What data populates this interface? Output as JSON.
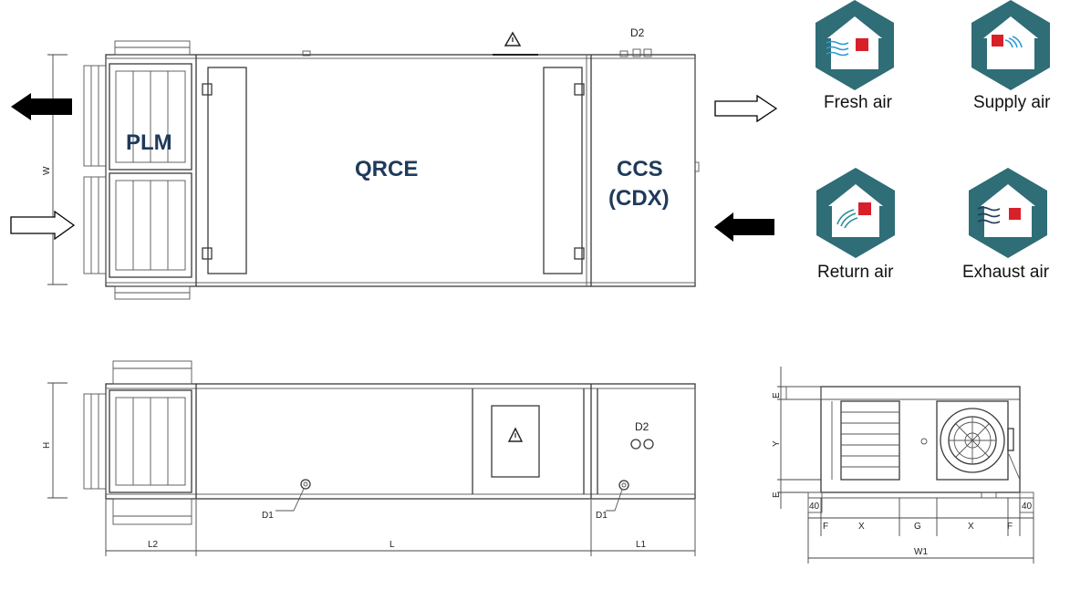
{
  "labels": {
    "plm": "PLM",
    "qrce": "QRCE",
    "ccs_line1": "CCS",
    "ccs_line2": "(CDX)",
    "d2_top": "D2",
    "d2_side": "D2",
    "d1_left": "D1",
    "d1_right": "D1",
    "w": "W",
    "h": "H",
    "l2": "L2",
    "l": "L",
    "l1": "L1",
    "w1": "W1",
    "x1": "X",
    "x2": "X",
    "g": "G",
    "f1": "F",
    "f2": "F",
    "dim40a": "40",
    "dim40b": "40",
    "e1": "E",
    "e2": "E",
    "y": "Y"
  },
  "legend": {
    "fresh": "Fresh air",
    "supply": "Supply air",
    "return": "Return air",
    "exhaust": "Exhaust air"
  },
  "icons": {
    "fresh": "fresh-air-icon",
    "supply": "supply-air-icon",
    "return": "return-air-icon",
    "exhaust": "exhaust-air-icon"
  },
  "colors": {
    "hexagon": "#2f6d77",
    "label_blue": "#1f3a5a",
    "red_square": "#d8202a"
  }
}
